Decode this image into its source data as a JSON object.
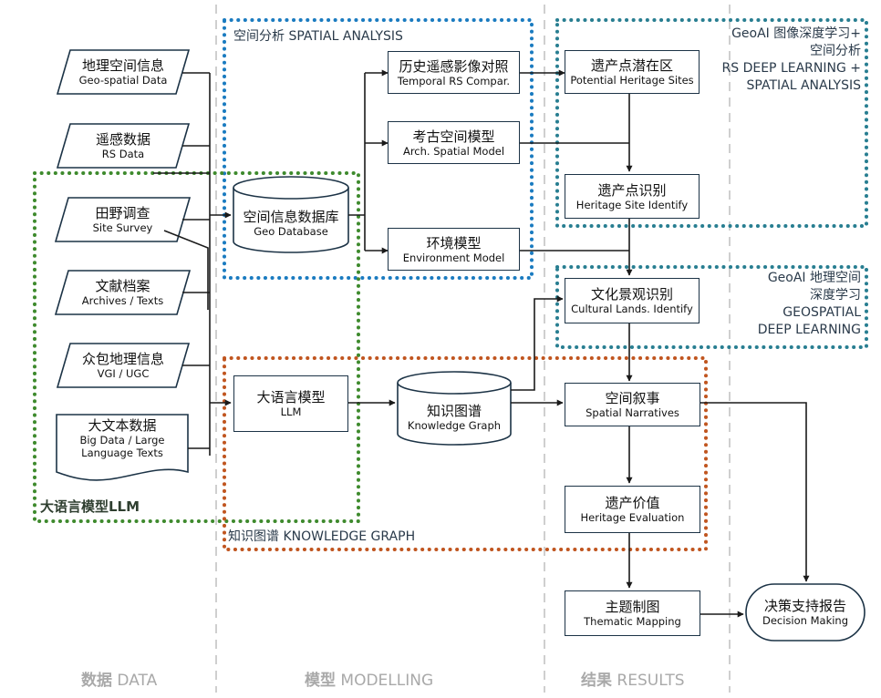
{
  "columns": {
    "data": {
      "zh": "数据",
      "en": "DATA"
    },
    "modelling": {
      "zh": "模型",
      "en": "MODELLING"
    },
    "results": {
      "zh": "结果",
      "en": "RESULTS"
    }
  },
  "regions": {
    "spatial_analysis": "空间分析 SPATIAL ANALYSIS",
    "llm": "大语言模型LLM",
    "knowledge_graph": "知识图谱 KNOWLEDGE GRAPH",
    "rs_deep_learning": [
      "GeoAI 图像深度学习+",
      "空间分析",
      "RS DEEP LEARNING +",
      "SPATIAL ANALYSIS"
    ],
    "geospatial_deep_learning": [
      "GeoAI 地理空间",
      "深度学习",
      "GEOSPATIAL",
      "DEEP LEARNING"
    ]
  },
  "data_sources": [
    {
      "zh": "地理空间信息",
      "en": "Geo-spatial Data"
    },
    {
      "zh": "遥感数据",
      "en": "RS Data"
    },
    {
      "zh": "田野调查",
      "en": "Site Survey"
    },
    {
      "zh": "文献档案",
      "en": "Archives / Texts"
    },
    {
      "zh": "众包地理信息",
      "en": "VGI / UGC"
    },
    {
      "zh": "大文本数据",
      "en": "Big Data / Large",
      "en2": "Language Texts"
    }
  ],
  "models": {
    "geo_database": {
      "zh": "空间信息数据库",
      "en": "Geo Database"
    },
    "temporal_rs": {
      "zh": "历史遥感影像对照",
      "en": "Temporal RS Compar."
    },
    "arch_spatial": {
      "zh": "考古空间模型",
      "en": "Arch. Spatial Model"
    },
    "environment": {
      "zh": "环境模型",
      "en": "Environment Model"
    },
    "llm": {
      "zh": "大语言模型",
      "en": "LLM"
    },
    "knowledge_graph": {
      "zh": "知识图谱",
      "en": "Knowledge Graph"
    }
  },
  "results": {
    "potential_sites": {
      "zh": "遗产点潜在区",
      "en": "Potential Heritage Sites"
    },
    "site_identify": {
      "zh": "遗产点识别",
      "en": "Heritage Site Identify"
    },
    "cultural_lands": {
      "zh": "文化景观识别",
      "en": "Cultural Lands. Identify"
    },
    "spatial_narratives": {
      "zh": "空间叙事",
      "en": "Spatial Narratives"
    },
    "heritage_evaluation": {
      "zh": "遗产价值",
      "en": "Heritage Evaluation"
    },
    "thematic_mapping": {
      "zh": "主题制图",
      "en": "Thematic Mapping"
    },
    "decision_making": {
      "zh": "决策支持报告",
      "en": "Decision Making"
    }
  },
  "colors": {
    "blue": "#1a7bc0",
    "green": "#3e8a2d",
    "orange": "#c0551f",
    "teal": "#287e91",
    "line": "#1a1a1a",
    "column_divider": "#cfcfcf"
  }
}
